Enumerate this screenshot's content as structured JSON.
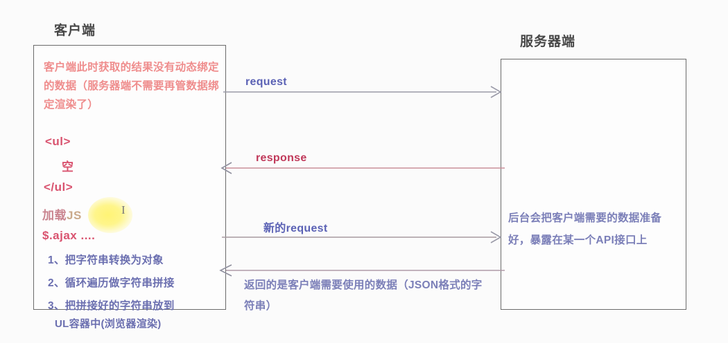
{
  "diagram": {
    "client": {
      "title": "客户端",
      "paragraph": "客户端此时获取的结果没有动态绑定的数据（服务器端不需要再管数据绑定渲染了）",
      "code": {
        "ul_open": "<ul>",
        "empty": "空",
        "ul_close": "</ul>",
        "load_js_prefix": "加载",
        "load_js_suffix": "JS",
        "ajax": "$.ajax ...."
      },
      "steps": [
        "1、把字符串转换为对象",
        "2、循环遍历做字符串拼接",
        "3、把拼接好的字符串放到"
      ],
      "caption": "UL容器中(浏览器渲染)",
      "cursor_glyph": "I"
    },
    "server": {
      "title": "服务器端",
      "paragraph": "后台会把客户端需要的数据准备好，暴露在某一个API接口上"
    },
    "arrows": [
      {
        "id": "request",
        "label": "request",
        "direction": "right",
        "color": "#9a9aa8",
        "label_color": "#5b62b5"
      },
      {
        "id": "response",
        "label": "response",
        "direction": "left",
        "color": "#c98f9a",
        "label_color": "#c0395a"
      },
      {
        "id": "new-request",
        "label": "新的request",
        "direction": "right",
        "color": "#a79aa0",
        "label_color": "#5b62b5"
      },
      {
        "id": "return-data",
        "label": "返回的是客户端需要使用的数据（JSON格式的字符串）",
        "direction": "left",
        "color": "#b09aa8",
        "label_color": "#7b7fb8"
      }
    ],
    "colors": {
      "background": "#fbfbfb",
      "box_border": "#6b6b6b",
      "title_text": "#474747",
      "pink_text": "#ef8d8d",
      "crimson_code": "#d9536f",
      "purple_text": "#6b6fb0",
      "server_text": "#7b7fb8",
      "cursor_highlight": "#fff36e"
    }
  }
}
